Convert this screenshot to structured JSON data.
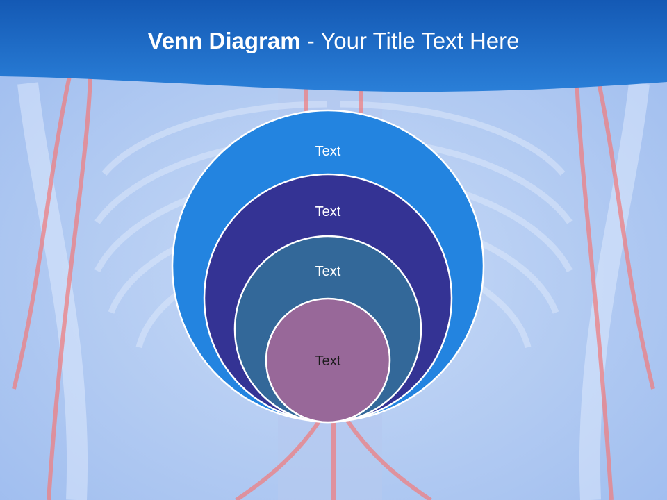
{
  "slide": {
    "title_bold": "Venn Diagram",
    "title_rest": " - Your Title Text Here"
  },
  "colors": {
    "header_blue": "#1c66c4",
    "background": "#b8cff2",
    "artery_red": "#e8747a"
  },
  "diagram": {
    "type": "nested-circles",
    "rings": [
      {
        "label": "Text",
        "fill": "#2384e0",
        "text_color": "#ffffff"
      },
      {
        "label": "Text",
        "fill": "#343394",
        "text_color": "#ffffff"
      },
      {
        "label": "Text",
        "fill": "#336899",
        "text_color": "#ffffff"
      },
      {
        "label": "Text",
        "fill": "#986899",
        "text_color": "#1a1a1a"
      }
    ]
  }
}
